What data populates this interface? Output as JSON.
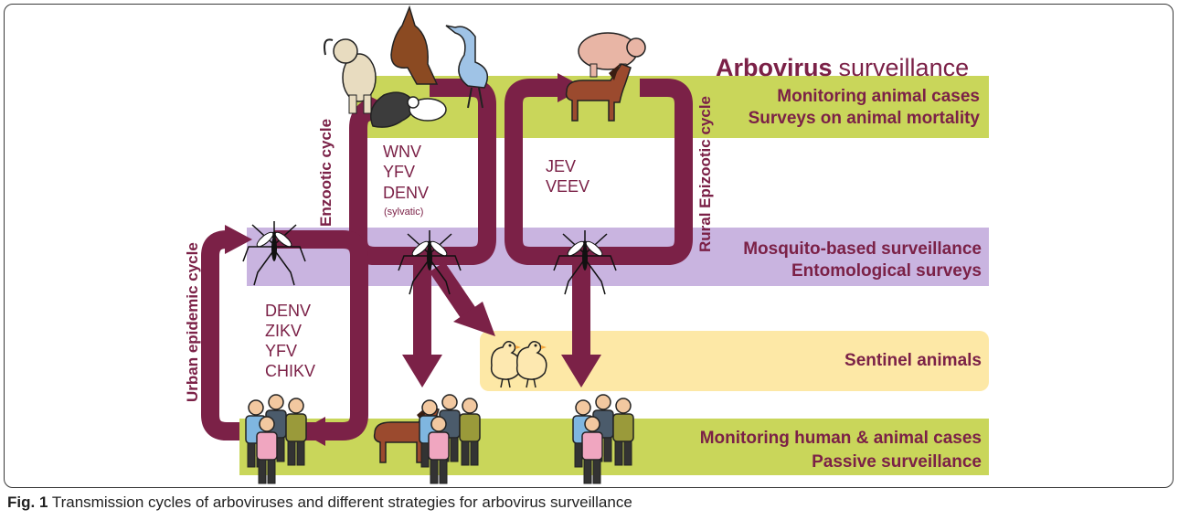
{
  "title": {
    "bold": "Arbovirus",
    "rest": "surveillance"
  },
  "bands": {
    "animal": {
      "line1": "Monitoring animal cases",
      "line2": "Surveys on animal mortality",
      "color": "#c9d65a"
    },
    "mosquito": {
      "line1": "Mosquito-based surveillance",
      "line2": "Entomological surveys",
      "color": "#c9b4e0"
    },
    "sentinel": {
      "line1": "Sentinel animals",
      "color": "#fde8a6"
    },
    "human": {
      "line1": "Monitoring human & animal cases",
      "line2": "Passive surveillance",
      "color": "#c9d65a"
    }
  },
  "cycles": {
    "enzootic": {
      "label": "Enzootic cycle",
      "viruses": [
        "WNV",
        "YFV",
        "DENV"
      ],
      "note": "(sylvatic)"
    },
    "rural": {
      "label": "Rural Epizootic cycle",
      "viruses": [
        "JEV",
        "VEEV"
      ]
    },
    "urban": {
      "label": "Urban epidemic cycle",
      "viruses": [
        "DENV",
        "ZIKV",
        "YFV",
        "CHIKV"
      ]
    }
  },
  "colors": {
    "arrow": "#7b2147",
    "text": "#7b2147"
  },
  "caption": {
    "fig": "Fig. 1",
    "text": "Transmission cycles of arboviruses and different strategies for arbovirus surveillance"
  }
}
